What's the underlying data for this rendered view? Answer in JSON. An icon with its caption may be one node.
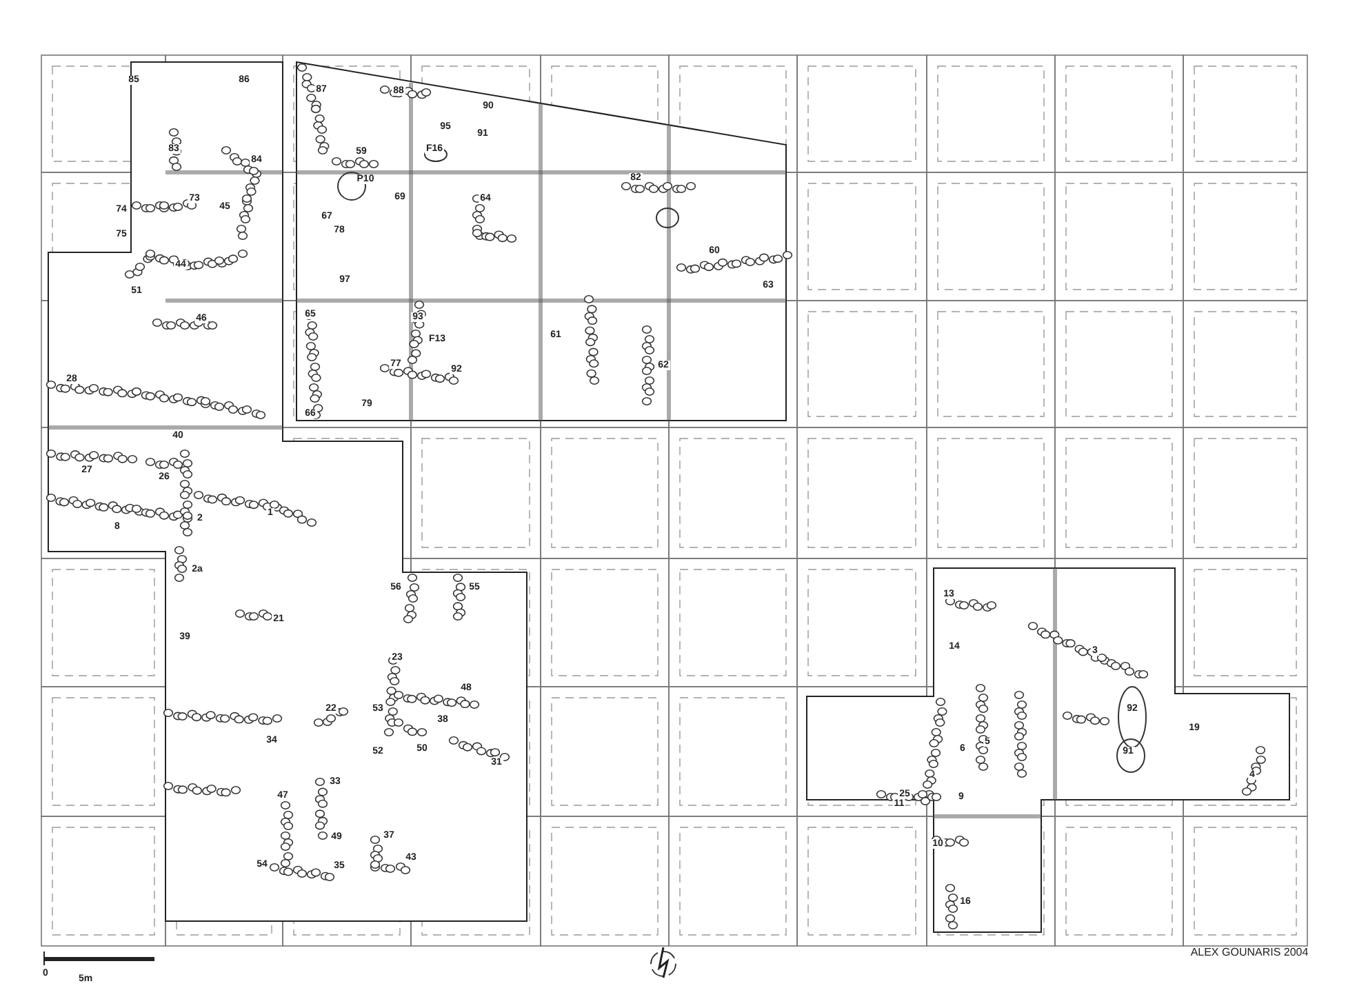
{
  "diagram": {
    "labels": [
      "85",
      "86",
      "83",
      "84",
      "73",
      "74",
      "45",
      "75",
      "44",
      "51",
      "46",
      "28",
      "40",
      "27",
      "26",
      "8",
      "2",
      "1",
      "2a",
      "21",
      "39",
      "34",
      "47",
      "54",
      "87",
      "88",
      "90",
      "91",
      "95",
      "59",
      "F16",
      "P10",
      "69",
      "64",
      "67",
      "78",
      "82",
      "60",
      "63",
      "97",
      "65",
      "93",
      "F13",
      "61",
      "77",
      "92",
      "62",
      "79",
      "66",
      "56",
      "55",
      "23",
      "48",
      "22",
      "53",
      "38",
      "52",
      "50",
      "31",
      "33",
      "49",
      "37",
      "43",
      "35",
      "13",
      "14",
      "3",
      "92",
      "91",
      "19",
      "5",
      "6",
      "4",
      "25",
      "11",
      "9",
      "10",
      "16",
      "0",
      "5m",
      "ALEX GOUNARIS 2004"
    ]
  }
}
